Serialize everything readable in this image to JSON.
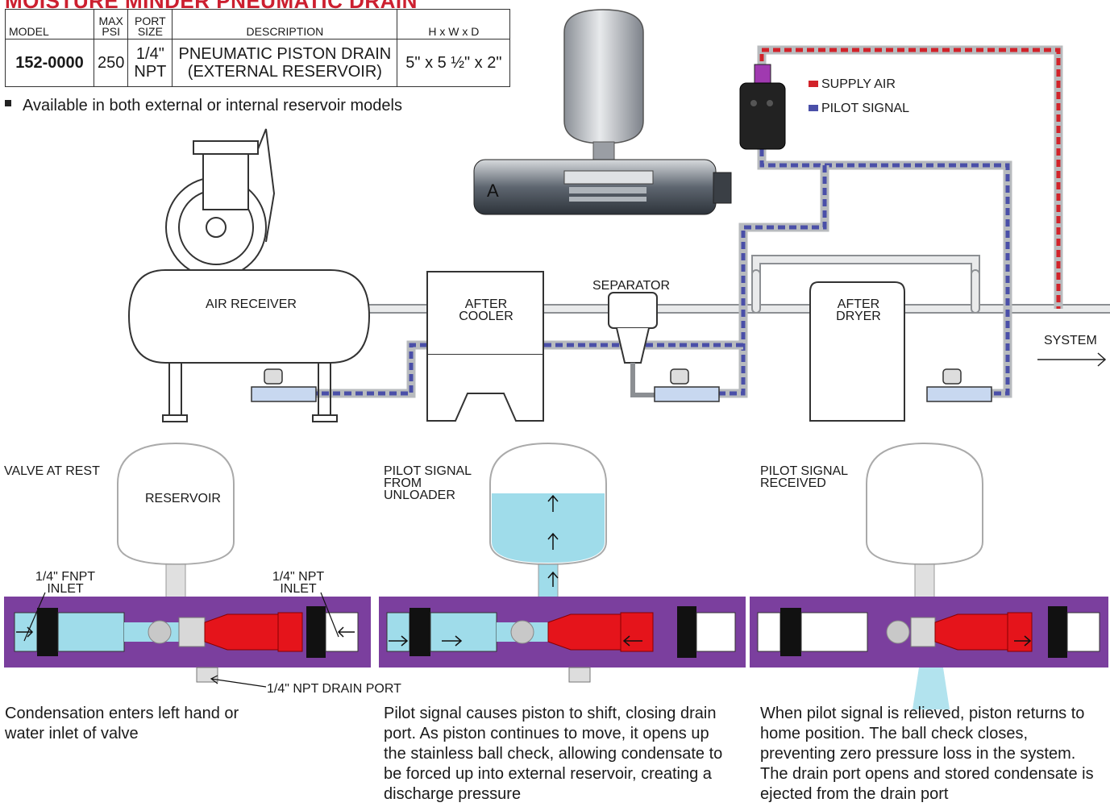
{
  "title": "MOISTURE MINDER PNEUMATIC DRAIN",
  "table": {
    "headers": [
      "MODEL",
      "MAX\nPSI",
      "PORT\nSIZE",
      "DESCRIPTION",
      "H x W x D"
    ],
    "row": {
      "model": "152-0000",
      "max_psi": "250",
      "port_size": "1/4\"\nNPT",
      "description": "PNEUMATIC PISTON DRAIN\n(EXTERNAL RESERVOIR)",
      "dimensions": "5\" x 5 ½\" x 2\""
    }
  },
  "bullet": "Available in both external or internal reservoir models",
  "legend": {
    "supply_air": "SUPPLY AIR",
    "pilot_signal": "PILOT SIGNAL"
  },
  "colors": {
    "supply_air": "#d2232a",
    "pilot_signal": "#4a4fa8",
    "valve_body": "#7b3f9e",
    "piston": "#e5141b",
    "water": "#9fdcea"
  },
  "system_labels": {
    "air_receiver": "AIR RECEIVER",
    "after_cooler": "AFTER\nCOOLER",
    "separator": "SEPARATOR",
    "after_dryer": "AFTER\nDRYER",
    "system": "SYSTEM"
  },
  "panels": {
    "rest": {
      "heading": "VALVE AT REST",
      "reservoir": "RESERVOIR",
      "fnpt_inlet": "1/4\" FNPT\nINLET",
      "npt_inlet": "1/4\" NPT\nINLET",
      "drain_port": "1/4\" NPT DRAIN PORT",
      "caption": "Condensation enters left hand or water inlet of valve"
    },
    "pilot": {
      "heading": "PILOT SIGNAL\nFROM\nUNLOADER",
      "caption": "Pilot signal causes piston to shift, closing drain port. As piston continues to move, it opens up the stainless ball check, allowing condensate to be forced up into external reservoir, creating a discharge pressure"
    },
    "received": {
      "heading": "PILOT SIGNAL\nRECEIVED",
      "caption": "When pilot signal is relieved, piston returns to home position. The ball check closes, preventing zero pressure loss in the system. The drain port opens and stored condensate is ejected from the drain port"
    }
  }
}
